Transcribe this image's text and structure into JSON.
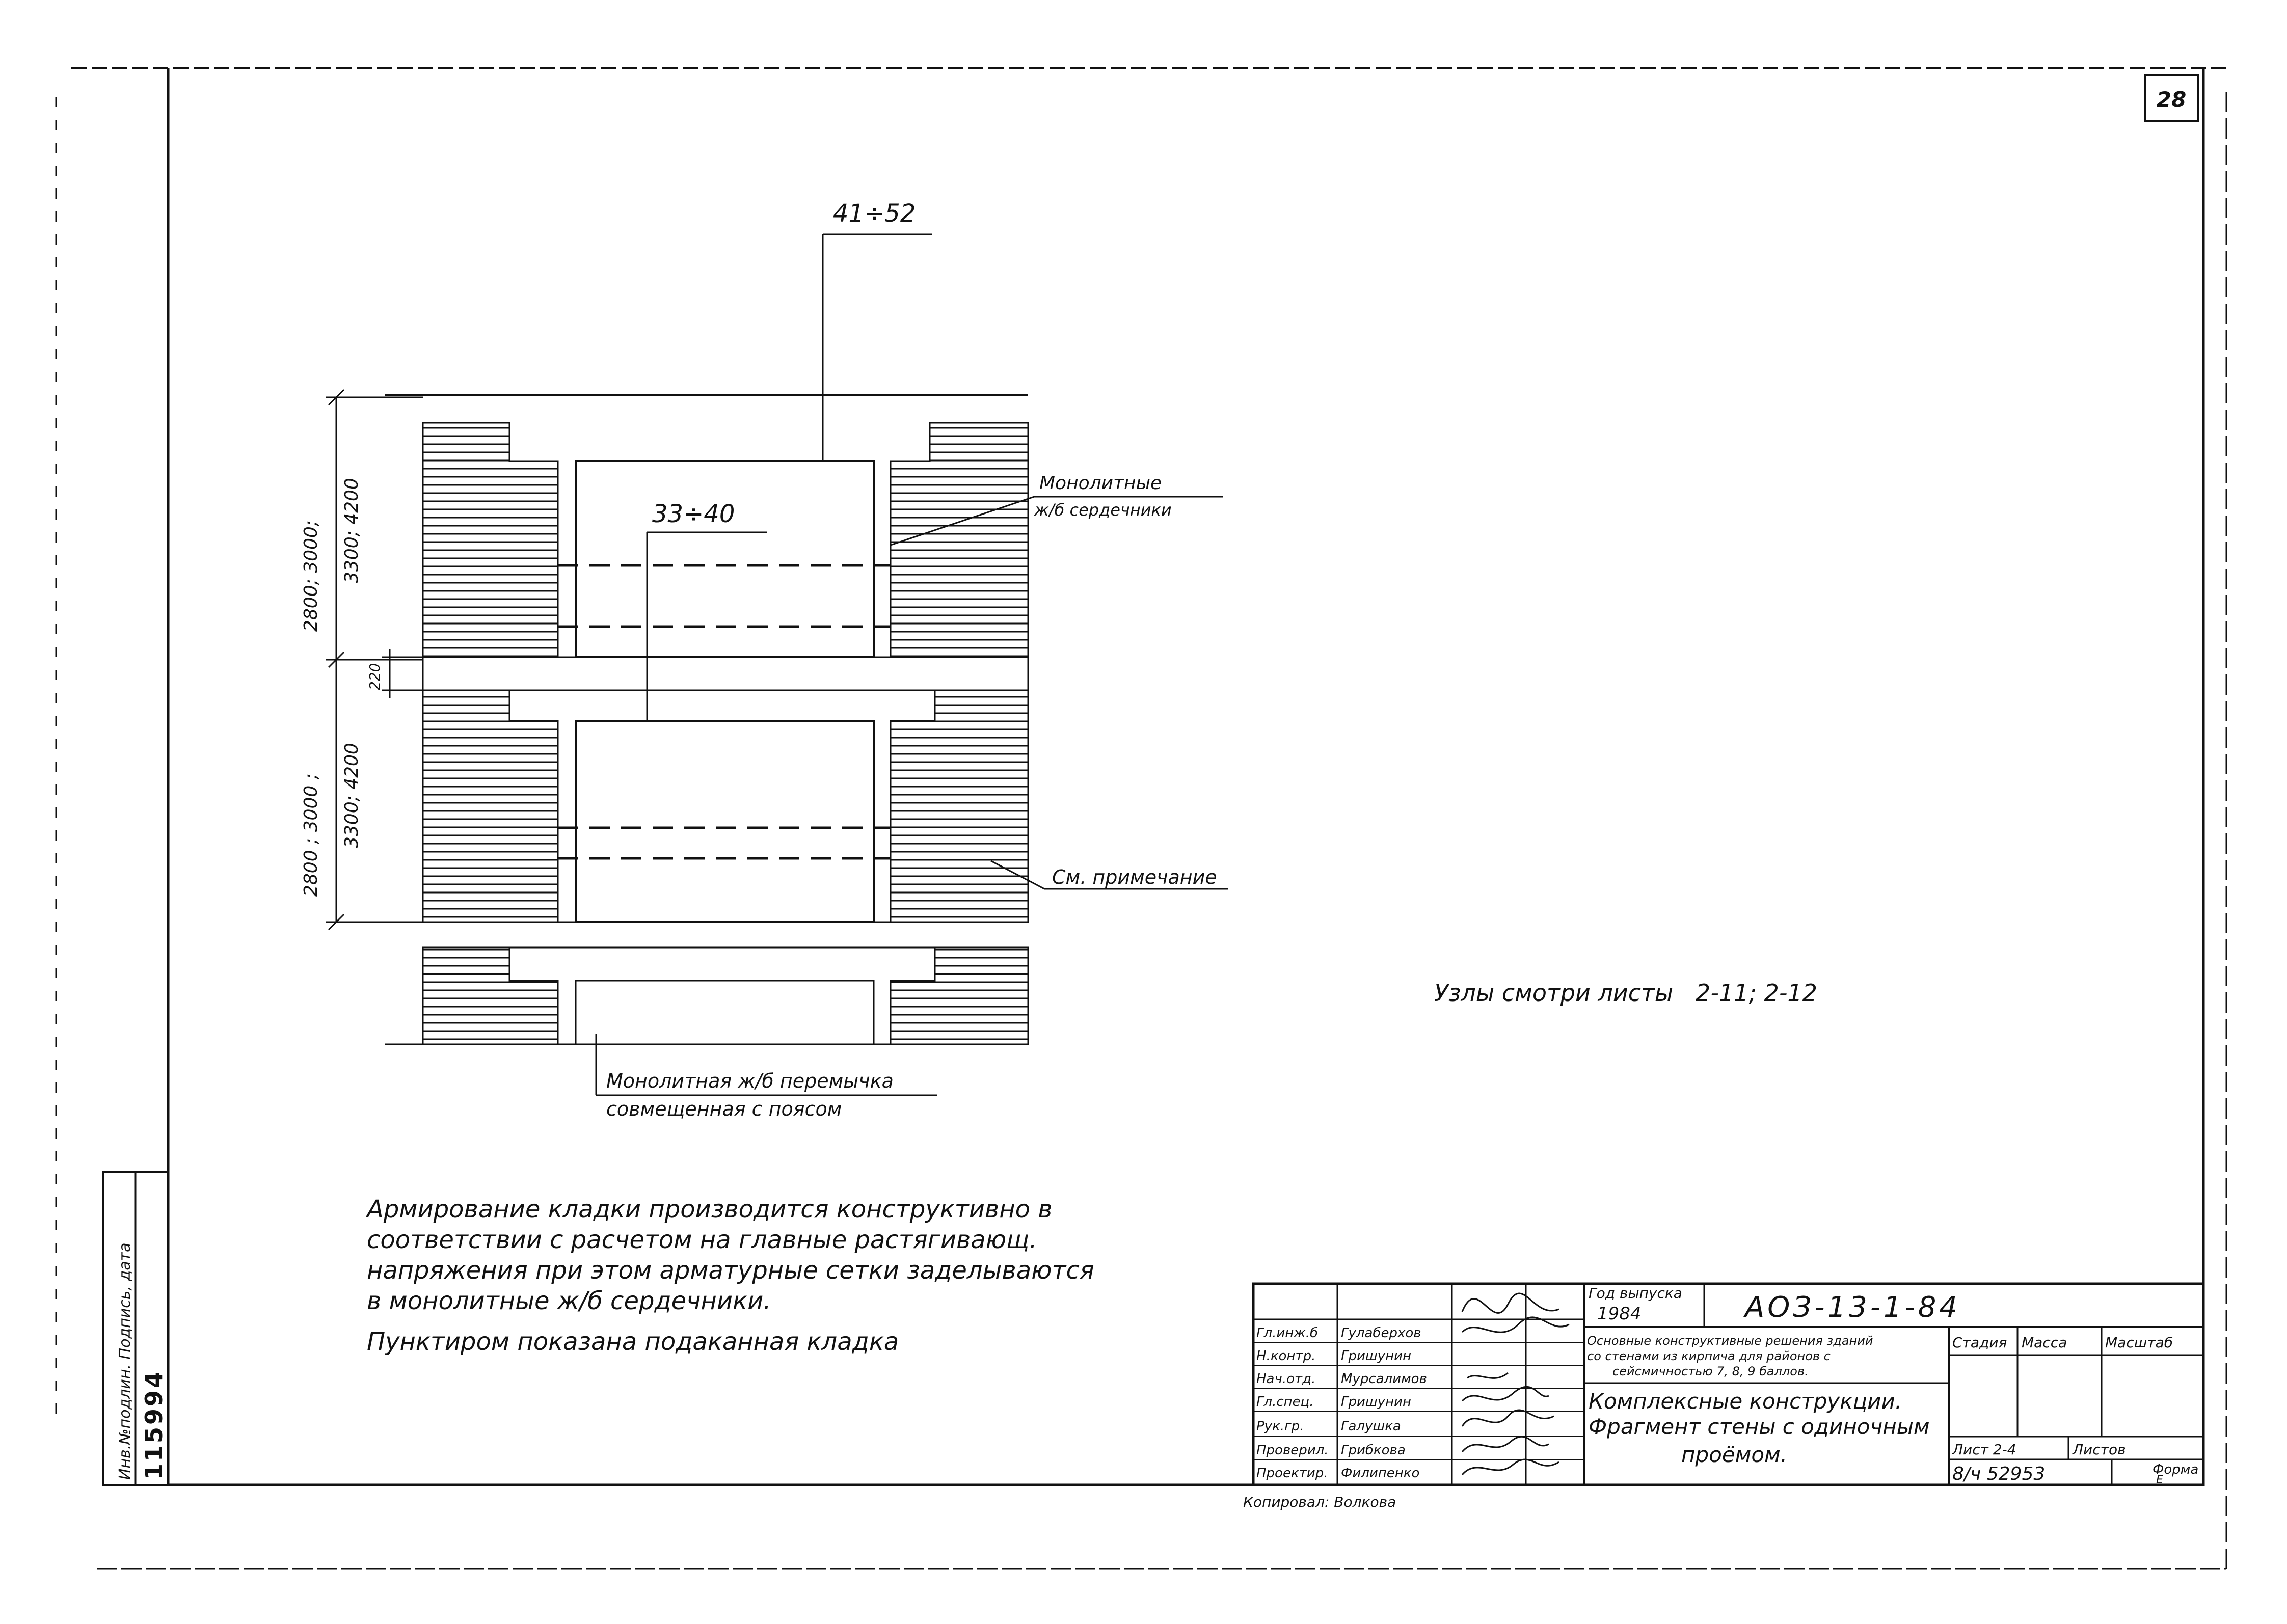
{
  "sheet": {
    "number": "28",
    "colors": {
      "ink": "#111111",
      "paper": "#ffffff"
    }
  },
  "drawing": {
    "dim_upper_storey": [
      "2800; 3000;",
      "3300; 4200"
    ],
    "dim_lower_storey": [
      "2800 ; 3000 ;",
      "3300; 4200"
    ],
    "dim_belt": "220",
    "label_top_lintel": "41÷52",
    "label_mid_lintel": "33÷40",
    "label_cores": [
      "Монолитные",
      "ж/б сердечники"
    ],
    "label_note_ref": "См. примечание",
    "label_bottom": [
      "Монолитная ж/б перемычка",
      "совмещенная с поясом"
    ],
    "nodes_ref": "Узлы смотри листы   2-11; 2-12"
  },
  "notes": {
    "lines": [
      "Армирование кладки производится конструктивно в",
      "соответствии с расчетом на главные растягивающ.",
      "напряжения при этом арматурные сетки заделываются",
      "в монолитные ж/б сердечники."
    ],
    "dashed_note": "Пунктиром показана подаканная кладка"
  },
  "side_stamp": {
    "header": "Инв.№подлин. Подпись, дата",
    "inventory": "115994"
  },
  "title_block": {
    "roles": [
      "Гл.инж.б",
      "Н.контр.",
      "Нач.отд.",
      "Гл.спец.",
      "Рук.гр.",
      "Проверил.",
      "Проектир."
    ],
    "names": [
      "Гулаберхов",
      "Гришунин",
      "Мурсалимов",
      "Гришунин",
      "Галушка",
      "Грибкова",
      "Филипенко"
    ],
    "copied_by": "Копировал: Волкова",
    "year_label": "Год выпуска",
    "year": "1984",
    "code": "АОЗ-13-1-84",
    "series": [
      "Основные конструктивные решения зданий",
      "со стенами из кирпича для районов с",
      "сейсмичностью 7, 8, 9 баллов."
    ],
    "col_stage": "Стадия",
    "col_mass": "Масса",
    "col_scale": "Масштаб",
    "sheet_title": [
      "Комплексные конструкции.",
      "Фрагмент стены с одиночным",
      "проёмом."
    ],
    "sheet_no": "Лист 2-4",
    "sheets_label": "Листов",
    "order": "8/ч 52953",
    "format_label": "Форма",
    "format": "Е"
  }
}
